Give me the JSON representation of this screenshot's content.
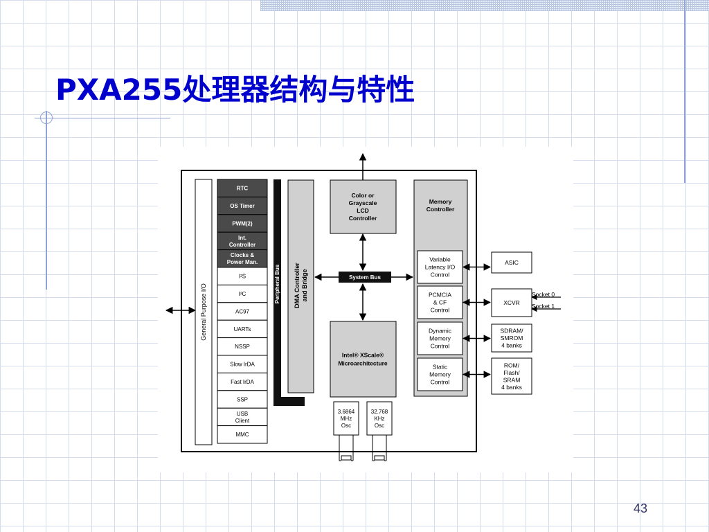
{
  "slide": {
    "title": "PXA255处理器结构与特性",
    "page_number": "43"
  },
  "diagram": {
    "gpio_label": "General Purpose I/O",
    "peripheral_bus_label": "Peripheral Bus",
    "dma_label_line1": "DMA Controller",
    "dma_label_line2": "and Bridge",
    "system_bus_label": "System Bus",
    "peripherals_dark": [
      [
        "RTC"
      ],
      [
        "OS Timer"
      ],
      [
        "PWM(2)"
      ],
      [
        "Int.",
        "Controller"
      ],
      [
        "Clocks &",
        "Power Man."
      ]
    ],
    "peripherals_light": [
      [
        "I²S"
      ],
      [
        "I²C"
      ],
      [
        "AC97"
      ],
      [
        "UARTs"
      ],
      [
        "NSSP"
      ],
      [
        "Slow IrDA"
      ],
      [
        "Fast IrDA"
      ],
      [
        "SSP"
      ],
      [
        "USB",
        "Client"
      ],
      [
        "MMC"
      ]
    ],
    "lcd_controller": [
      "Color or",
      "Grayscale",
      "LCD",
      "Controller"
    ],
    "cpu_core": [
      "Intel® XScale®",
      "Microarchitecture"
    ],
    "oscillators": [
      [
        "3.6864",
        "MHz",
        "Osc"
      ],
      [
        "32.768",
        "KHz",
        "Osc"
      ]
    ],
    "memory_controller": [
      "Memory",
      "Controller"
    ],
    "memory_subblocks": [
      [
        "Variable",
        "Latency I/O",
        "Control"
      ],
      [
        "PCMCIA",
        "& CF",
        "Control"
      ],
      [
        "Dynamic",
        "Memory",
        "Control"
      ],
      [
        "Static",
        "Memory",
        "Control"
      ]
    ],
    "external_devices": [
      [
        "ASIC"
      ],
      [
        "XCVR"
      ],
      [
        "SDRAM/",
        "SMROM",
        "4 banks"
      ],
      [
        "ROM/",
        "Flash/",
        "SRAM",
        "4 banks"
      ]
    ],
    "sockets": [
      "Socket 0",
      "Socket 1"
    ]
  }
}
